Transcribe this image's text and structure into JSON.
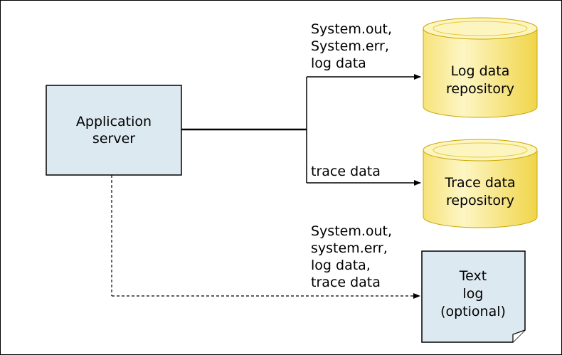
{
  "app_server": {
    "line1": "Application",
    "line2": "server"
  },
  "log_repo": {
    "line1": "Log data",
    "line2": "repository"
  },
  "trace_repo": {
    "line1": "Trace data",
    "line2": "repository"
  },
  "text_log": {
    "line1": "Text",
    "line2": "log",
    "line3": "(optional)"
  },
  "log_flow_label": {
    "line1": "System.out,",
    "line2": "System.err,",
    "line3": "log data"
  },
  "trace_flow_label": "trace data",
  "text_flow_label": {
    "line1": "System.out,",
    "line2": "system.err,",
    "line3": "log data,",
    "line4": "trace data"
  },
  "colors": {
    "box_fill": "#dde9f1",
    "cylinder_fill": "#fbeea2",
    "cylinder_edge": "#c9a600",
    "stroke": "#000000"
  }
}
